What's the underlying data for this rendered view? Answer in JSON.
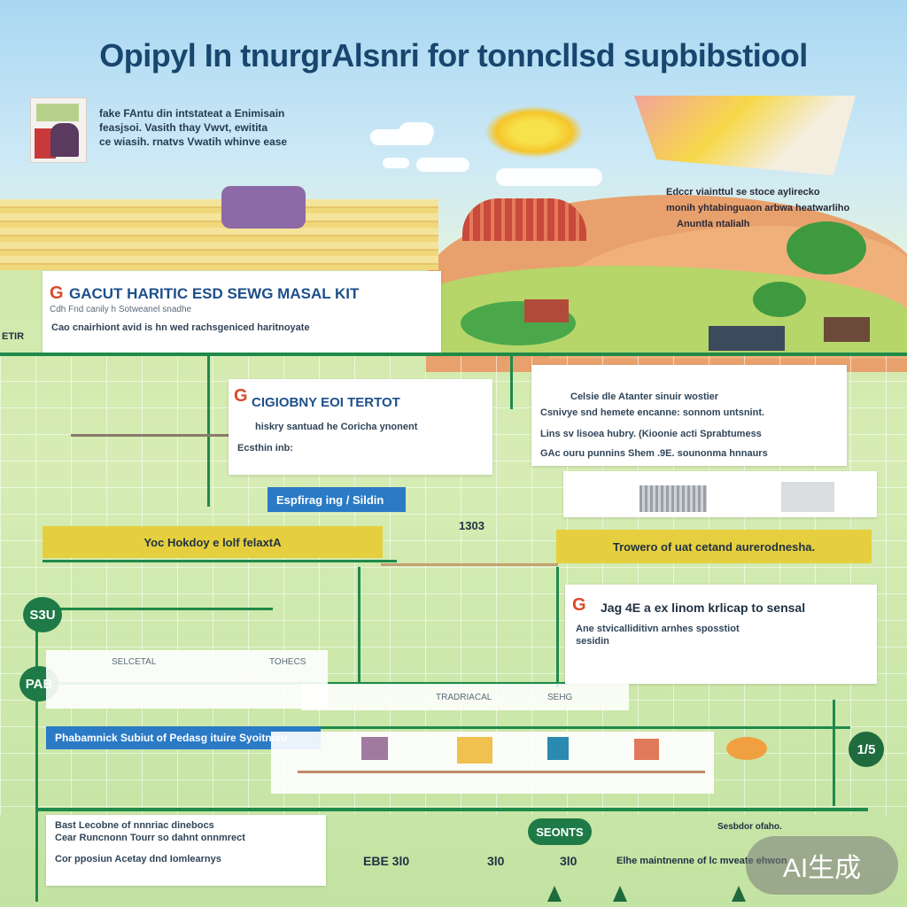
{
  "title": "Opipyl In tnurgrAlsnri for tonncllsd supbibstiool",
  "intro": {
    "lines": [
      "fake FAntu din intstateat a Enimisain",
      "feasjsoi. Vasith thay Vwvt, ewitita",
      "ce wiasih. rnatvs Vwatih whinve ease"
    ]
  },
  "right_text": {
    "lines": [
      "Edccr viainttul se stoce aylirecko",
      "monih yhtabinguaon arbwa heatwarliho",
      "Anuntla ntalialh"
    ]
  },
  "card_main": {
    "heading": "GACUT HARITIC ESD SEWG MASAL KIT",
    "sub": "Cdh Fnd canily h Sotweanel snadhe",
    "body": "Cao cnairhiont avid is hn wed rachsgeniced haritnoyate",
    "side_label": "ETIR"
  },
  "card_center": {
    "heading": "CIGIOBNY EOI TERTOT",
    "lines": [
      "hiskry santuad he Coricha ynonent",
      "Ecsthin inb:"
    ]
  },
  "card_right": {
    "lines": [
      "Celsie dle  Atanter sinuir wostier",
      "Csnivye snd hemete encanne: sonnom untsnint.",
      "Lins sv lisoea hubry. (Kioonie acti Sprabtumess",
      "GAc ouru punnins Shem .9E. sounonma hnnaurs"
    ]
  },
  "blue_tag": "Espfirag ing / Sildin",
  "num_tag": "1303",
  "yellow_left": "Yoc Hokdoy e lolf felaxtA",
  "yellow_right": "Trowero of uat cetand aurerodnesha.",
  "card_lower_right": {
    "heading": "Jag 4E a ex linom krlicap to sensal",
    "lines": [
      "Ane stvicalliditivn arnhes sposstiot",
      "sesidin"
    ]
  },
  "badge_1": "S3U",
  "badge_2": "PAB",
  "badge_3": "1/5",
  "lower_labels": [
    "SELCETAL",
    "TOHECS",
    "TRADRIACAL",
    "SEHG"
  ],
  "bluebar_bottom": "Phabamnick Subiut of Pedasg ituire Syoitnisu",
  "bottom_card": {
    "lines": [
      "Bast Lecobne of nnnriac dinebocs",
      "Cear Runcnonn Tourr so dahnt onnmrect",
      "Cor pposiun Acetay dnd Iomlearnys"
    ]
  },
  "bottom_nums": [
    "EBE 3l0",
    "3l0",
    "3l0"
  ],
  "pill": "SEONTS",
  "bottom_right": "Elhe maintnenne of lc mveate ehwon",
  "bottom_right_top": "Sesbdor ofaho.",
  "watermark": "AI生成",
  "colors": {
    "accent_green": "#1f8a4a",
    "accent_blue": "#2a7ac6",
    "accent_yellow": "#e6cf3e",
    "title": "#17466e"
  }
}
